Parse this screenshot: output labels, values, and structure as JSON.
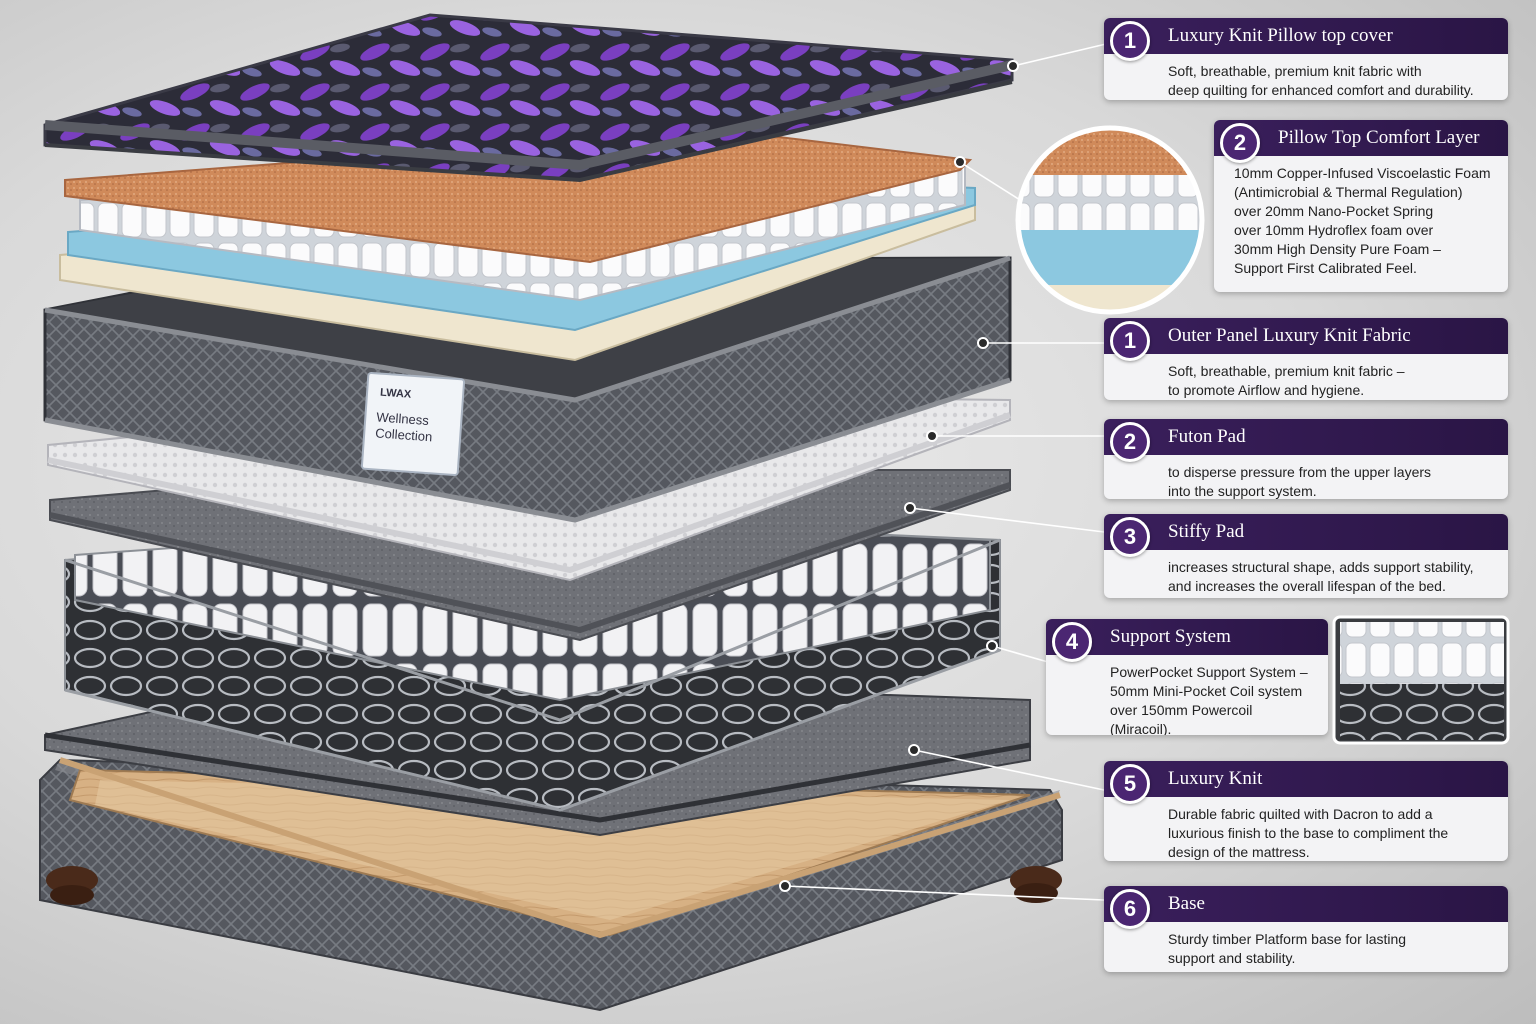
{
  "product": {
    "label_brand": "LWAX",
    "label_line1": "Wellness",
    "label_line2": "Collection"
  },
  "callouts": [
    {
      "number": "1",
      "title": "Luxury Knit Pillow top cover",
      "body": "Soft, breathable, premium knit fabric with\ndeep quilting for enhanced comfort and durability."
    },
    {
      "number": "2",
      "title": "Pillow Top Comfort Layer",
      "body": "10mm Copper-Infused Viscoelastic Foam\n(Antimicrobial & Thermal Regulation)\nover 20mm Nano-Pocket Spring\nover 10mm Hydroflex foam over\n30mm High Density Pure Foam –\nSupport First Calibrated Feel."
    },
    {
      "number": "1",
      "title": "Outer Panel Luxury Knit Fabric",
      "body": "Soft, breathable, premium knit fabric –\nto promote Airflow and hygiene."
    },
    {
      "number": "2",
      "title": "Futon Pad",
      "body": "to disperse pressure from the upper layers\ninto the support system."
    },
    {
      "number": "3",
      "title": "Stiffy Pad",
      "body": "increases structural shape, adds support stability,\nand increases the overall lifespan of the bed."
    },
    {
      "number": "4",
      "title": "Support System",
      "body": "PowerPocket Support System –\n50mm Mini-Pocket Coil system\nover 150mm Powercoil (Miracoil)."
    },
    {
      "number": "5",
      "title": "Luxury Knit",
      "body": "Durable fabric quilted with Dacron to add a\nluxurious finish to the base to compliment the\ndesign of the mattress."
    },
    {
      "number": "6",
      "title": "Base",
      "body": "Sturdy timber Platform base for lasting\nsupport and stability."
    }
  ],
  "colors": {
    "header_purple": "#3a1f5c",
    "knit_grey": "#55585f",
    "copper_foam": "#d08a5a",
    "hydroflex_blue": "#8cc8e0",
    "pure_foam_cream": "#efe6cf",
    "pillow_purple": "#7a3fc0",
    "timber": "#d7b184"
  }
}
